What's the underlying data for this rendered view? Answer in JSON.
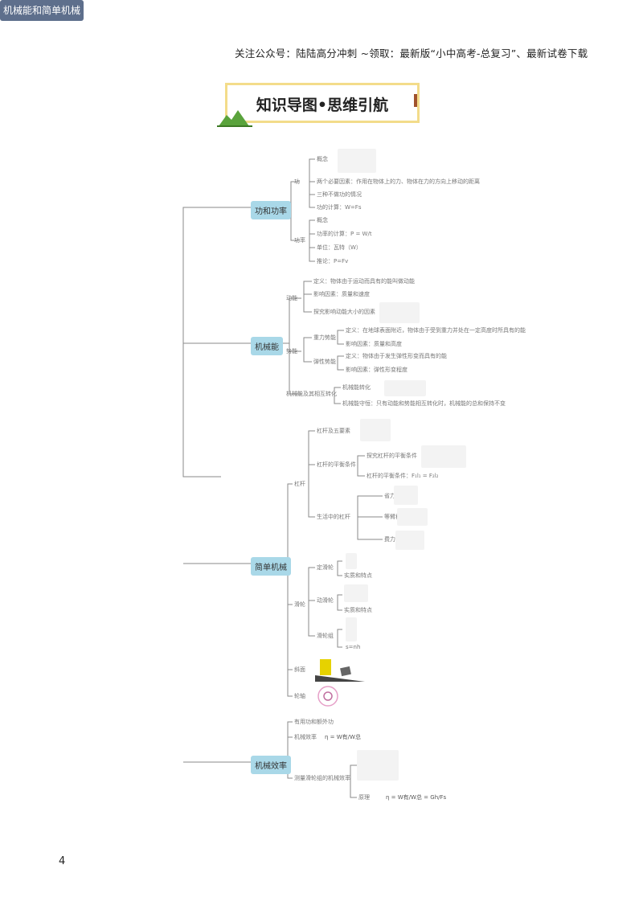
{
  "header_note": "关注公众号：陆陆高分冲刺 ~领取：最新版“小中高考-总复习”、最新试卷下载",
  "title": "知识导图•思维引航",
  "root": "机械能和简单机械",
  "branches": {
    "work_power": "功和功率",
    "mech_energy": "机械能",
    "simple_machines": "简单机械",
    "efficiency": "机械效率"
  },
  "work_power": {
    "work": "功",
    "work_items": [
      "概念",
      "两个必要因素：作用在物体上的力、物体在力的方向上移动的距离",
      "三种不做功的情况",
      "功的计算：W=Fs"
    ],
    "power": "功率",
    "power_items": [
      "概念",
      "功率的计算：P = W/t",
      "单位：瓦特（W）",
      "推论：P=Fv"
    ]
  },
  "mech_energy": {
    "kinetic": "动能",
    "kinetic_items": [
      "定义：物体由于运动而具有的能叫做动能",
      "影响因素：质量和速度",
      "探究影响动能大小的因素"
    ],
    "potential": "势能",
    "gravity": "重力势能",
    "gravity_items": [
      "定义：在地球表面附近，物体由于受到重力并处在一定高度时所具有的能",
      "影响因素：质量和高度"
    ],
    "elastic": "弹性势能",
    "elastic_items": [
      "定义：物体由于发生弹性形变而具有的能",
      "影响因素：弹性形变程度"
    ],
    "conversion": "机械能及其相互转化",
    "conversion_items": [
      "机械能转化",
      "机械能守恒：只有动能和势能相互转化时，机械能的总和保持不变"
    ]
  },
  "simple_machines": {
    "lever": "杠杆",
    "lever_items": [
      "杠杆及五要素",
      "杠杆的平衡条件",
      "生活中的杠杆"
    ],
    "balance_items": [
      "探究杠杆的平衡条件",
      "杠杆的平衡条件：F₁l₁ = F₂l₂"
    ],
    "life_items": [
      "省力杠杆",
      "等臂杠杆",
      "费力杠杆"
    ],
    "pulley": "滑轮",
    "pulley_items": [
      "定滑轮",
      "动滑轮",
      "滑轮组"
    ],
    "pulley_sub": [
      "实质和特点",
      "实质和特点",
      "s=nh"
    ],
    "incline": "斜面",
    "axle": "轮轴"
  },
  "efficiency": {
    "items": [
      "有用功和额外功",
      "机械效率",
      "测量滑轮组的机械效率"
    ],
    "formula": "η = W有/W总",
    "principle": "原理",
    "principle_formula": "η = W有/W总 = Gh/Fs"
  },
  "page_number": "4"
}
